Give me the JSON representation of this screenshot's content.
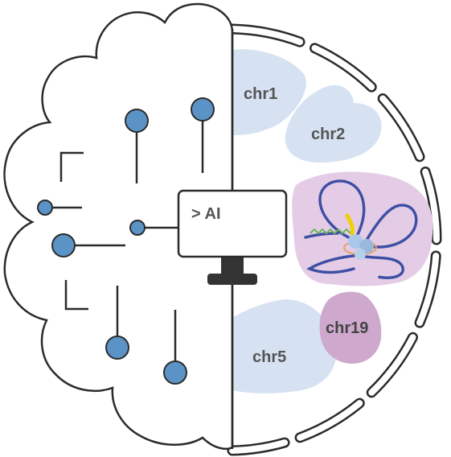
{
  "figure": {
    "monitor_text": "> AI",
    "chromosomes": [
      {
        "id": "chr1",
        "label": "chr1"
      },
      {
        "id": "chr2",
        "label": "chr2"
      },
      {
        "id": "chr5",
        "label": "chr5"
      },
      {
        "id": "chr19",
        "label": "chr19"
      }
    ]
  },
  "colors": {
    "outline": "#2b2b2b",
    "node_fill": "#5b93c7",
    "chromosome_fill": "#d6e2f2",
    "chr19_fill": "#cfa9cd",
    "loop_territory_fill": "#e5cce6",
    "dna_strand": "#3c4fa3",
    "monitor_stand": "#333333",
    "label_text": "#555555"
  },
  "icons": [
    "brain-outline-icon",
    "nucleus-membrane-icon",
    "monitor-icon",
    "dna-loop-icon",
    "cohesin-complex-icon"
  ]
}
